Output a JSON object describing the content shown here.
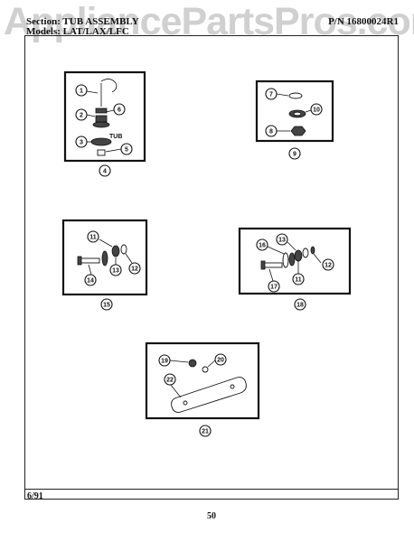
{
  "header": {
    "section": "Section: TUB ASSEMBLY",
    "models": "Models: LAT/LAX/LFC",
    "part_number": "P/N 16800024R1"
  },
  "watermark": "AppliancePartsPros.com",
  "diagram": {
    "callouts": {
      "c1": "1",
      "c2": "2",
      "c3": "3",
      "c4": "4",
      "c5": "5",
      "c6": "6",
      "c7": "7",
      "c8": "8",
      "c9": "9",
      "c10": "10",
      "c11a": "11",
      "c12a": "12",
      "c13a": "13",
      "c14": "14",
      "c15": "15",
      "c11b": "11",
      "c12b": "12",
      "c13b": "13",
      "c16": "16",
      "c17": "17",
      "c18": "18",
      "c19": "19",
      "c20": "20",
      "c21": "21",
      "c22": "22"
    },
    "tub_label": "TUB"
  },
  "footer": {
    "date": "6/91",
    "page": "50"
  }
}
